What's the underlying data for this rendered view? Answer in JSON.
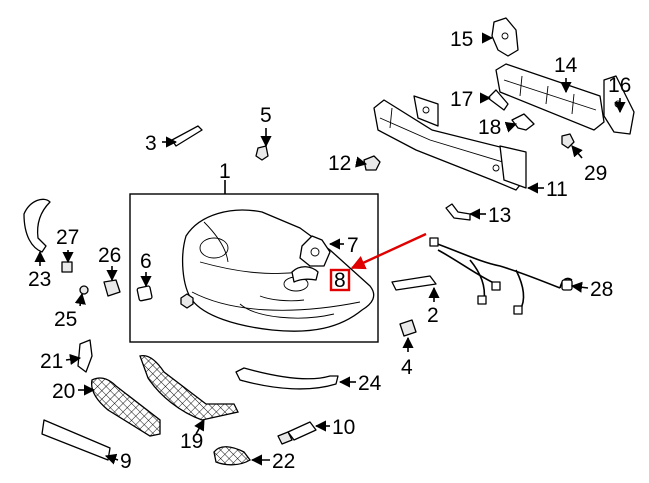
{
  "callouts": {
    "c1": "1",
    "c2": "2",
    "c3": "3",
    "c4": "4",
    "c5": "5",
    "c6": "6",
    "c7": "7",
    "c8": "8",
    "c9": "9",
    "c10": "10",
    "c11": "11",
    "c12": "12",
    "c13": "13",
    "c14": "14",
    "c15": "15",
    "c16": "16",
    "c17": "17",
    "c18": "18",
    "c19": "19",
    "c20": "20",
    "c21": "21",
    "c22": "22",
    "c23": "23",
    "c24": "24",
    "c25": "25",
    "c26": "26",
    "c27": "27",
    "c28": "28",
    "c29": "29"
  },
  "highlight": {
    "callout": "8",
    "color": "#e00000"
  }
}
